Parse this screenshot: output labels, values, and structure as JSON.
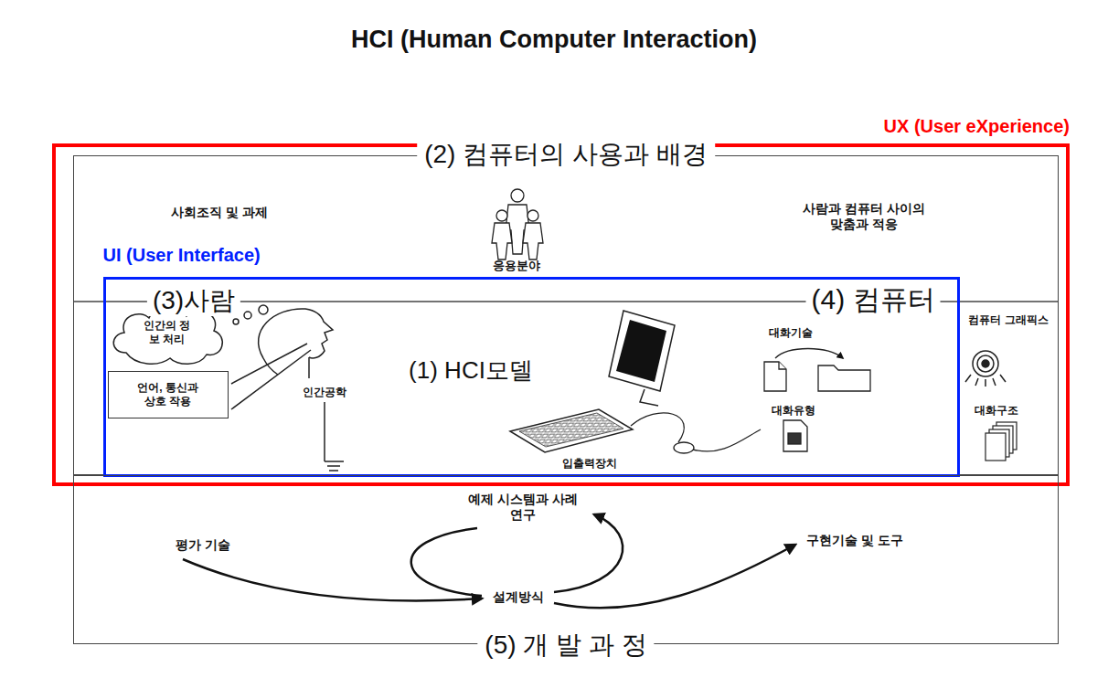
{
  "diagram": {
    "title": "HCI (Human Computer Interaction)",
    "nodes": [
      {
        "text": [
          "UX (User eXperience)"
        ]
      },
      {
        "text": [
          "(2) 컴퓨터의 사용과 배경"
        ],
        "in": 0
      },
      {
        "text": [
          "UI (User Interface)"
        ],
        "in": 1
      },
      {
        "text": [
          "인간의 정보 처리"
        ],
        "in": 2
      },
      {
        "text": [
          "언어, 통신과 상호 작용"
        ],
        "in": 2
      },
      {
        "text": [
          "(5) 개 발 과 정"
        ]
      }
    ],
    "labels": [
      "사회조직 및 과제",
      "응용분야",
      "사람과 컴퓨터 사이의 맞춤과 적응",
      "(3)사람",
      "(4) 컴퓨터",
      "(1) HCI모델",
      "인간공학",
      "대화기술",
      "컴퓨터 그래픽스",
      "대화유형",
      "대화구조",
      "입출력장치",
      "예제 시스템과 사례연구",
      "평가 기술",
      "설계방식",
      "구현기술 및 도구"
    ]
  }
}
